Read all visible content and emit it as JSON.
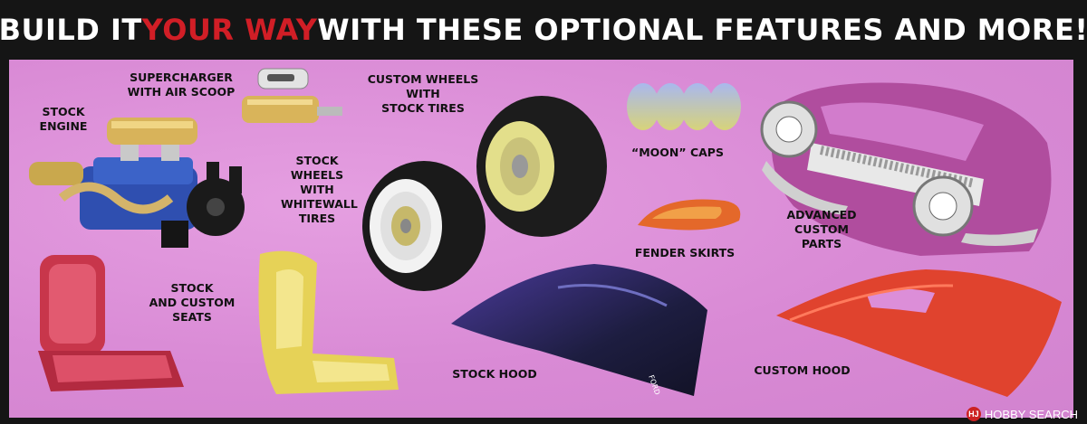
{
  "headline": {
    "part1": "BUILD IT ",
    "accent": "YOUR WAY",
    "part2": " WITH THESE OPTIONAL FEATURES AND MORE!",
    "accent_color": "#d11e26"
  },
  "labels": {
    "stock_engine": "STOCK\nENGINE",
    "supercharger": "SUPERCHARGER\nWITH AIR SCOOP",
    "custom_wheels": "CUSTOM WHEELS\nWITH\nSTOCK TIRES",
    "stock_wheels": "STOCK\nWHEELS\nWITH\nWHITEWALL\nTIRES",
    "moon_caps": "“MOON” CAPS",
    "fender_skirts": "FENDER SKIRTS",
    "advanced_parts": "ADVANCED\nCUSTOM\nPARTS",
    "seats": "STOCK\nAND CUSTOM\nSEATS",
    "stock_hood": "STOCK HOOD",
    "custom_hood": "CUSTOM HOOD"
  },
  "hood_emblem": "FORD",
  "watermark": {
    "logo_text": "HJ",
    "text": "HOBBY SEARCH"
  },
  "colors": {
    "background_panel": "#dc8ed8",
    "header_bar": "#151515"
  }
}
